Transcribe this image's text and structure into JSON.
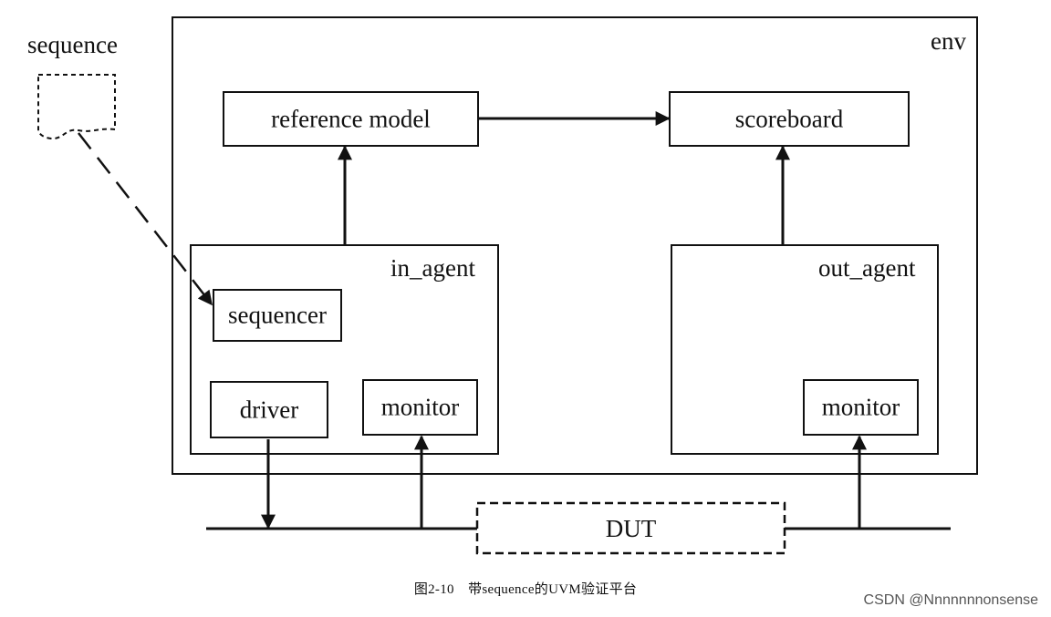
{
  "sequence": {
    "label": "sequence"
  },
  "env": {
    "label": "env"
  },
  "reference_model": {
    "label": "reference model"
  },
  "scoreboard": {
    "label": "scoreboard"
  },
  "in_agent": {
    "label": "in_agent",
    "sequencer": "sequencer",
    "driver": "driver",
    "monitor": "monitor"
  },
  "out_agent": {
    "label": "out_agent",
    "monitor": "monitor"
  },
  "dut": {
    "label": "DUT"
  },
  "caption": "图2-10　带sequence的UVM验证平台",
  "watermark": "CSDN @Nnnnnnnonsense"
}
